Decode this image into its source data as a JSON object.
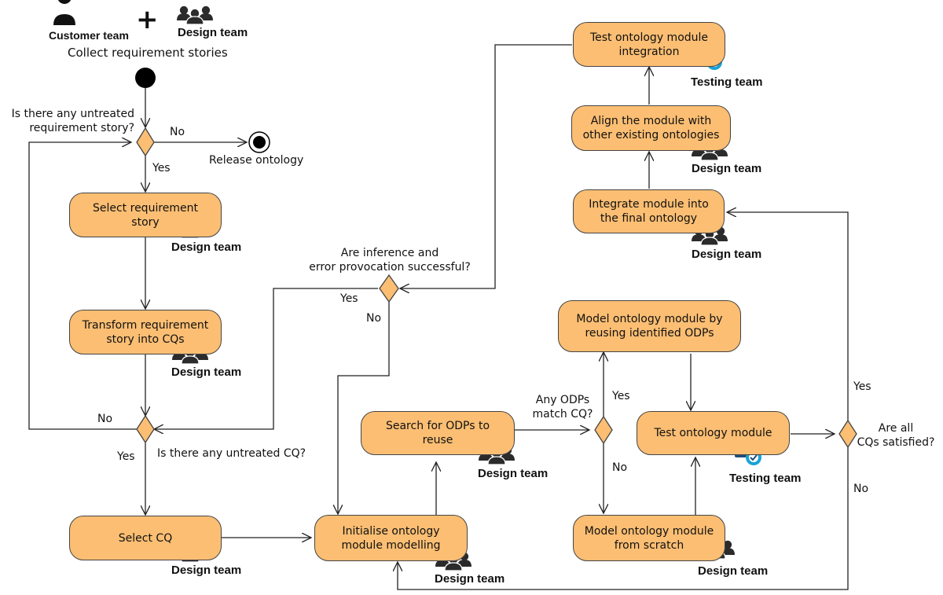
{
  "header": {
    "customer_team": "Customer team",
    "plus": "+",
    "design_team": "Design team",
    "collect": "Collect requirement stories"
  },
  "nodes": {
    "select_story": "Select requirement story",
    "transform": "Transform requirement\nstory into CQs",
    "select_cq": "Select CQ",
    "initialise": "Initialise ontology\nmodule modelling",
    "search_odps": "Search for ODPs to\nreuse",
    "model_reuse": "Model ontology module by\nreusing identified ODPs",
    "model_scratch": "Model ontology module\nfrom scratch",
    "test_module": "Test ontology module",
    "integrate": "Integrate module into\nthe final ontology",
    "align": "Align the module with\nother existing ontologies",
    "test_integration": "Test ontology module\nintegration"
  },
  "decisions": {
    "untreated_story": "Is there any untreated\nrequirement story?",
    "untreated_cq": "Is there any untreated CQ?",
    "inference": "Are inference and\nerror provocation successful?",
    "odps_match": "Any ODPs\nmatch CQ?",
    "cqs_satisfied": "Are all\nCQs satisfied?"
  },
  "labels": {
    "release": "Release ontology",
    "yes": "Yes",
    "no": "No"
  },
  "teams": {
    "design": "Design team",
    "testing": "Testing team"
  },
  "icons": {
    "customer": "person-icon",
    "group": "group-icon",
    "testing": "testing-gear-icon"
  },
  "colors": {
    "node_fill": "#fbbe73",
    "decision_fill": "#fbbe73"
  }
}
